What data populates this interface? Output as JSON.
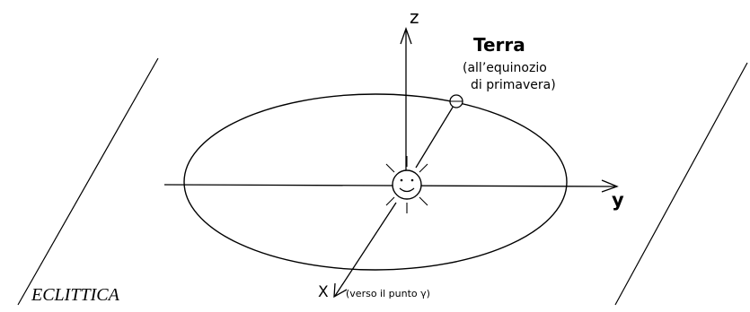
{
  "diagram": {
    "axes": {
      "z_label": "z",
      "y_label": "y",
      "x_label": "X",
      "x_note": "(verso il punto γ)"
    },
    "earth": {
      "title": "Terra",
      "note_line1": "(all’equinozio",
      "note_line2": "di primavera)"
    },
    "plane_label": "ECLITTICA",
    "colors": {
      "line": "#000000",
      "background": "#ffffff"
    },
    "icons": [
      "sun-icon",
      "earth-icon"
    ]
  }
}
